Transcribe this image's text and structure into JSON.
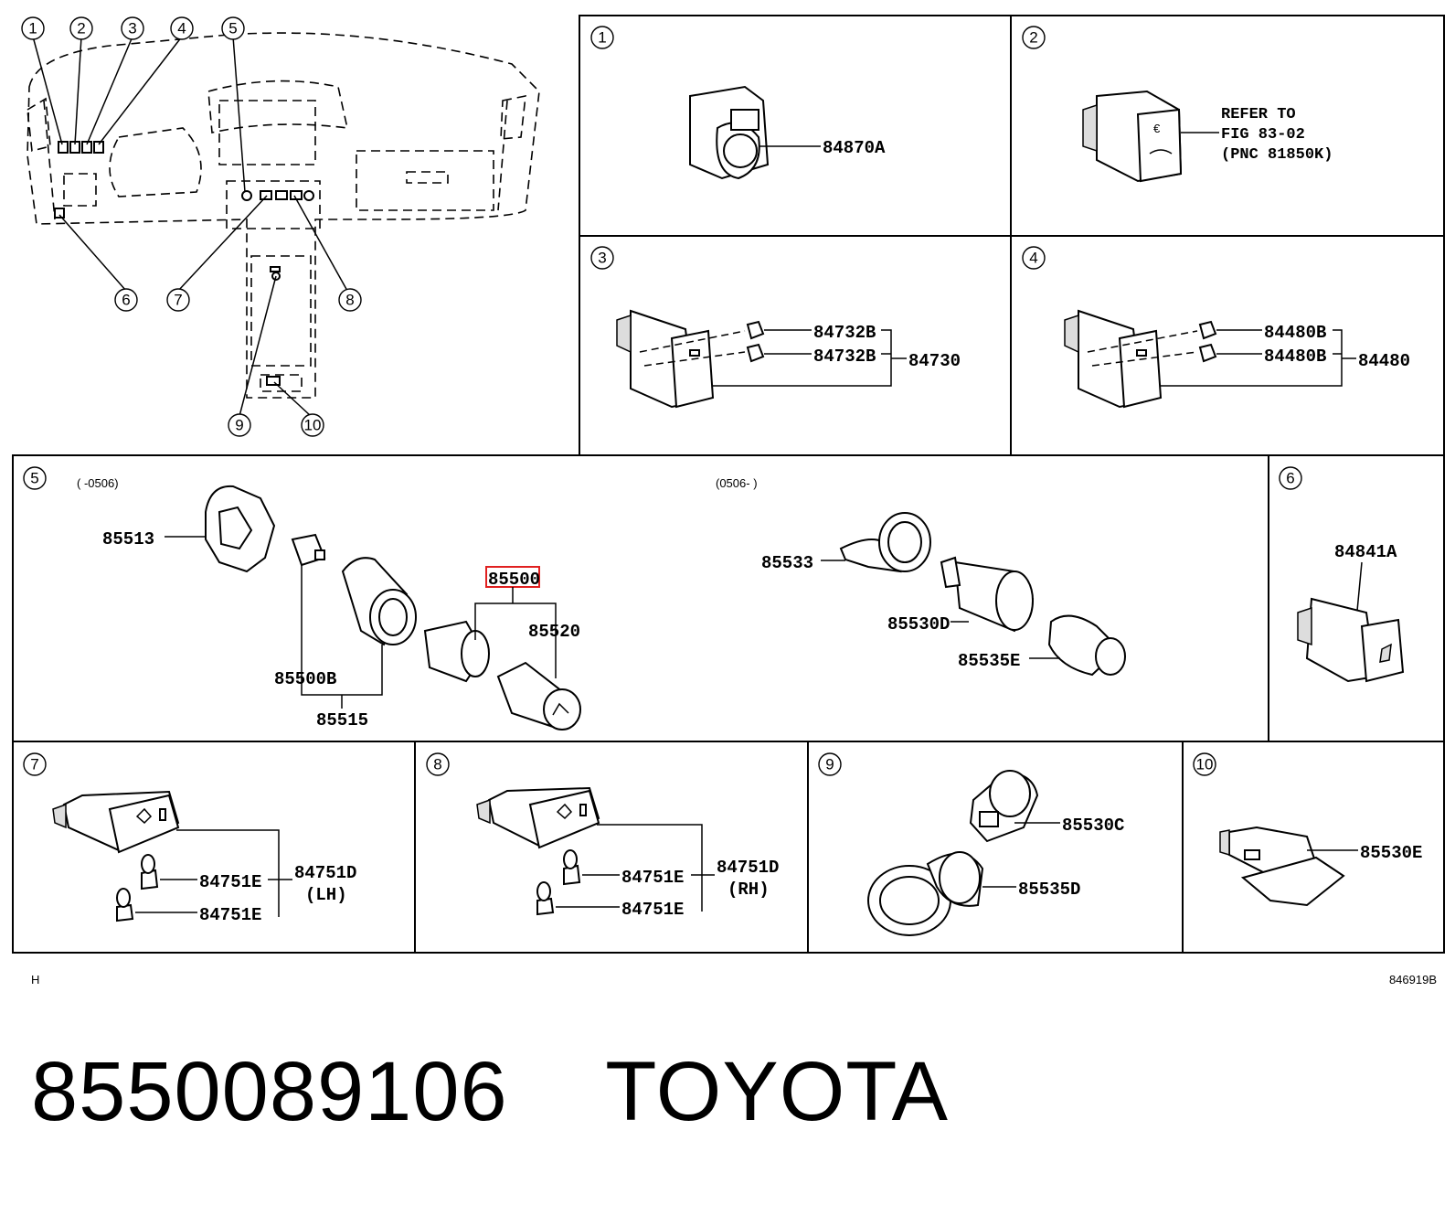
{
  "diagram": {
    "callouts": [
      "1",
      "2",
      "3",
      "4",
      "5",
      "6",
      "7",
      "8",
      "9",
      "10"
    ],
    "corner_left": "H",
    "figure_id": "846919B",
    "panels": {
      "p1": {
        "num": "1",
        "parts": [
          "84870A"
        ]
      },
      "p2": {
        "num": "2",
        "note": [
          "REFER TO",
          "FIG 83-02",
          "(PNC 81850K)"
        ]
      },
      "p3": {
        "num": "3",
        "parts": [
          "84732B",
          "84732B",
          "84730"
        ]
      },
      "p4": {
        "num": "4",
        "parts": [
          "84480B",
          "84480B",
          "84480"
        ]
      },
      "p5": {
        "num": "5",
        "range_left": "(      -0506)",
        "range_right": "(0506-      )",
        "parts": [
          "85513",
          "85500",
          "85520",
          "85500B",
          "85515",
          "85533",
          "85530D",
          "85535E"
        ]
      },
      "p6": {
        "num": "6",
        "parts": [
          "84841A"
        ]
      },
      "p7": {
        "num": "7",
        "parts": [
          "84751E",
          "84751E",
          "84751D",
          "(LH)"
        ]
      },
      "p8": {
        "num": "8",
        "parts": [
          "84751E",
          "84751E",
          "84751D",
          "(RH)"
        ]
      },
      "p9": {
        "num": "9",
        "parts": [
          "85530C",
          "85535D"
        ]
      },
      "p10": {
        "num": "10",
        "parts": [
          "85530E"
        ]
      }
    },
    "highlight_color": "#e02020"
  },
  "footer": {
    "part_number": "8550089106",
    "brand": "TOYOTA"
  }
}
